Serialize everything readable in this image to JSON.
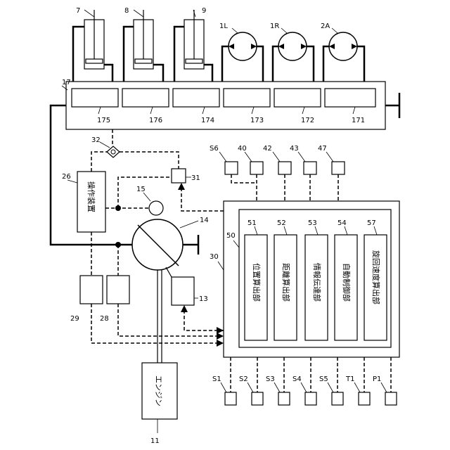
{
  "figure": {
    "labels": {
      "cyl1": "7",
      "cyl2": "8",
      "cyl3": "9",
      "mot1": "1L",
      "mot2": "1R",
      "mot3": "2A",
      "valve_block": "17",
      "v175": "175",
      "v176": "176",
      "v174": "174",
      "v173": "173",
      "v172": "172",
      "v171": "171",
      "shuttle": "32",
      "opdev_ref": "26",
      "pilot_pump": "15",
      "valve31": "31",
      "main_pump": "14",
      "controller_ref": "30",
      "sub_ref": "50",
      "sensor_s6": "S6",
      "unit40": "40",
      "unit42": "42",
      "unit43": "43",
      "unit47": "47",
      "reg13": "13",
      "sensor28": "28",
      "sensor29": "29",
      "engine_ref": "11",
      "s1": "S1",
      "s2": "S2",
      "s3": "S3",
      "s4": "S4",
      "s5": "S5",
      "t1": "T1",
      "p1": "P1",
      "r51": "51",
      "r52": "52",
      "r53": "53",
      "r54": "54",
      "r57": "57"
    },
    "text": {
      "operation_device": "操作装置",
      "engine": "エンジン",
      "position_calc": "位置算出部",
      "distance_calc": "距離算出部",
      "info_transmit": "情報伝達部",
      "auto_control": "自動制御部",
      "swing_speed_calc": "旋回速度算出部"
    }
  }
}
